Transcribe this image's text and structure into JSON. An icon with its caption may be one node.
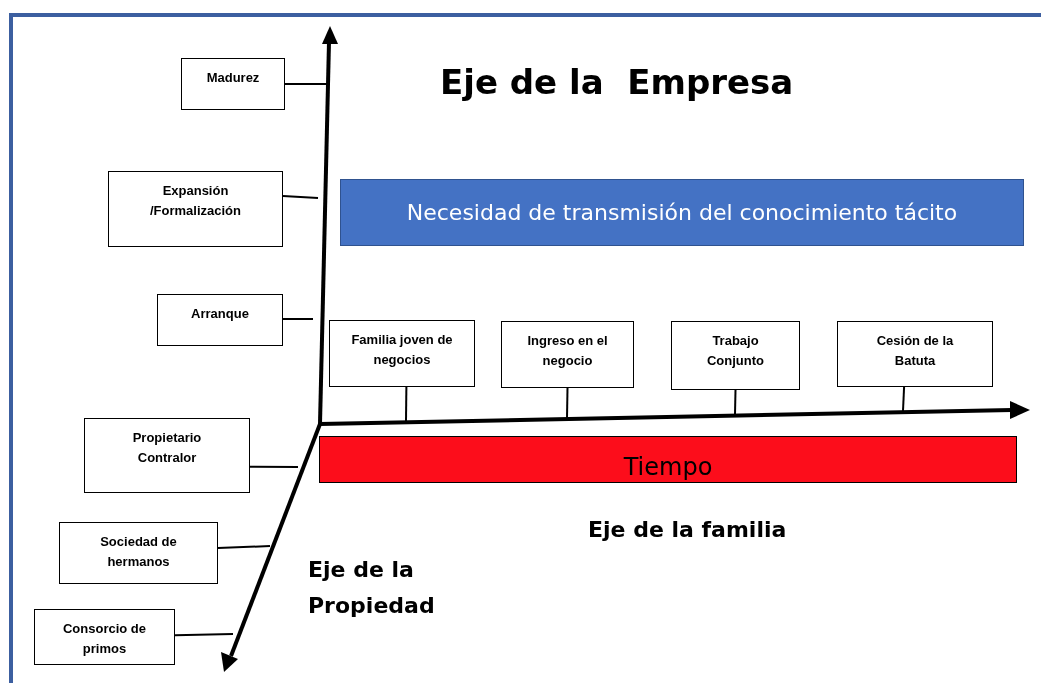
{
  "diagram": {
    "title": "Eje de la  Empresa",
    "nodes": [
      {
        "text": [
          "Madurez"
        ]
      },
      {
        "text": [
          "Expansión /Formalización"
        ]
      },
      {
        "text": [
          "Arranque"
        ]
      },
      {
        "text": [
          "Propietario Contralor"
        ]
      },
      {
        "text": [
          "Sociedad de hermanos"
        ]
      },
      {
        "text": [
          "Consorcio de primos"
        ]
      },
      {
        "text": [
          "Necesidad de transmisión del conocimiento tácito"
        ]
      },
      {
        "text": [
          "Familia joven de negocios"
        ]
      },
      {
        "text": [
          "Ingreso en el negocio"
        ]
      },
      {
        "text": [
          "Trabajo Conjunto"
        ]
      },
      {
        "text": [
          "Cesión de la Batuta"
        ]
      },
      {
        "text": [
          "Tiempo"
        ]
      }
    ],
    "edges": [
      {
        "from": 0,
        "to": null,
        "arrow": "none"
      },
      {
        "from": 1,
        "to": null,
        "arrow": "none"
      },
      {
        "from": 2,
        "to": null,
        "arrow": "none"
      },
      {
        "from": 3,
        "to": null,
        "arrow": "none"
      },
      {
        "from": 4,
        "to": null,
        "arrow": "none"
      },
      {
        "from": 5,
        "to": null,
        "arrow": "none"
      },
      {
        "from": 7,
        "to": null,
        "arrow": "none"
      },
      {
        "from": 8,
        "to": null,
        "arrow": "none"
      },
      {
        "from": 9,
        "to": null,
        "arrow": "none"
      },
      {
        "from": 10,
        "to": null,
        "arrow": "none"
      }
    ],
    "labels": [
      "Eje de la familia",
      "Eje de la Propiedad"
    ]
  }
}
